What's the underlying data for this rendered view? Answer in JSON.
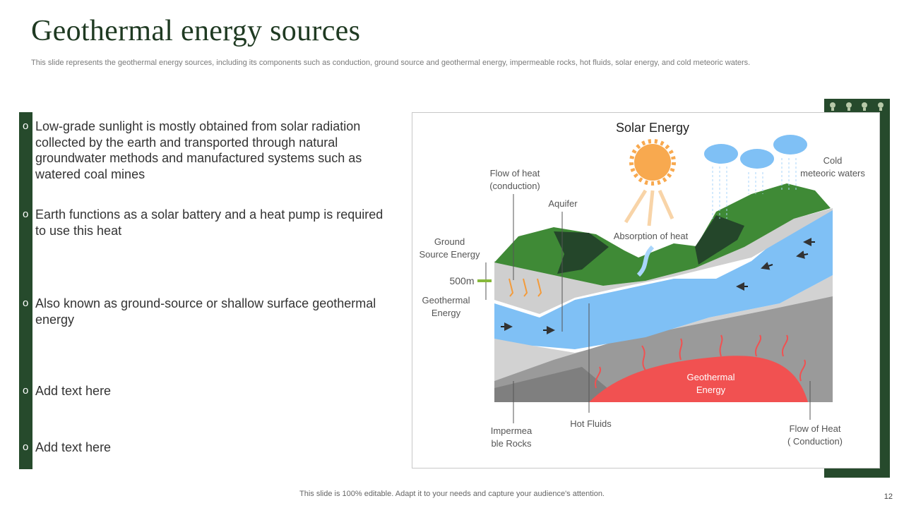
{
  "slide": {
    "title": "Geothermal energy sources",
    "subtitle": "This slide represents the geothermal energy sources, including its components such as conduction, ground source and geothermal energy, impermeable rocks, hot fluids, solar energy, and cold meteoric waters.",
    "footer": "This slide is 100% editable. Adapt it to your needs and capture your audience's attention.",
    "page_number": "12"
  },
  "bullets": [
    {
      "marker": "o",
      "text": "Low-grade sunlight is mostly obtained from solar radiation collected by the earth and transported through natural groundwater methods and manufactured systems such as watered coal mines"
    },
    {
      "marker": "o",
      "text": "Earth functions as a solar battery and a heat pump is required to use this heat"
    },
    {
      "marker": "o",
      "text": "Also known as ground-source or shallow surface geothermal energy"
    },
    {
      "marker": "o",
      "text": "Add text here"
    },
    {
      "marker": "o",
      "text": "Add text here"
    }
  ],
  "diagram": {
    "solar_energy": "Solar Energy",
    "flow_of_heat_conduction": "Flow of heat\n(conduction)",
    "aquifer": "Aquifer",
    "absorption_of_heat": "Absorption of heat",
    "cold_meteoric_waters": "Cold\nmeteoric waters",
    "ground_source_energy": "Ground\nSource Energy",
    "depth": "500m",
    "geothermal_energy_left": "Geothermal\nEnergy",
    "geothermal_energy_core": "Geothermal\nEnergy",
    "impermeable_rocks": "Impermea\nble Rocks",
    "hot_fluids": "Hot Fluids",
    "flow_of_heat_bottom": "Flow of Heat\n( Conduction)"
  },
  "colors": {
    "dark_green": "#264a2c",
    "grass": "#3f8a36",
    "water": "#7fc0f5",
    "hot_core": "#f15151",
    "sun": "#f8a94f"
  }
}
